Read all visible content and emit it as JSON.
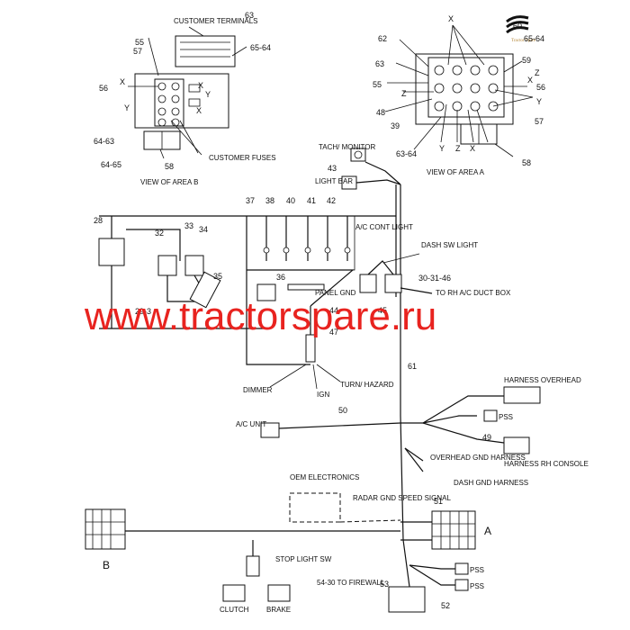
{
  "watermark": "www.tractorspare.ru",
  "logo_text": "Tractor Spare",
  "area_b": {
    "caption": "VIEW OF AREA B",
    "customer_terminals": "CUSTOMER TERMINALS",
    "customer_fuses": "CUSTOMER FUSES",
    "n63": "63",
    "n65_64": "65-64",
    "n57": "57",
    "n55": "55",
    "n56": "56",
    "x1": "X",
    "x2": "X",
    "x3": "X",
    "y1": "Y",
    "y2": "Y",
    "n64_63": "64-63",
    "n64_65": "64-65",
    "n58": "58"
  },
  "area_a": {
    "caption": "VIEW OF AREA A",
    "n60": "60",
    "n65_64": "65-64",
    "n62": "62",
    "n63": "63",
    "n59": "59",
    "n55": "55",
    "n56": "56",
    "n48": "48",
    "n39": "39",
    "n57": "57",
    "n63_64": "63-64",
    "n58": "58",
    "x_top": "X",
    "z1": "Z",
    "z2": "Z",
    "x_right": "X",
    "y_right": "Y",
    "y_bot": "Y",
    "z_bot": "Z",
    "x_bot": "X"
  },
  "main": {
    "tach_monitor": "TACH/ MONITOR",
    "light_bar": "LIGHT BAR",
    "n43": "43",
    "n28": "28",
    "n32": "32",
    "n33": "33",
    "n34": "34",
    "n35": "35",
    "n36": "36",
    "n37": "37",
    "n38": "38",
    "n40": "40",
    "n41": "41",
    "n42": "42",
    "ac_cont_light": "A/C CONT LIGHT",
    "dash_sw_light": "DASH SW LIGHT",
    "n30_31_46": "30-31-46",
    "to_rh_ac": "TO RH A/C DUCT BOX",
    "panel_gnd": "PANEL GND",
    "n47": "47",
    "n44": "44",
    "n45": "45",
    "n29_3": "29-3",
    "dimmer": "DIMMER",
    "ign": "IGN",
    "turn_hazard": "TURN/ HAZARD",
    "n61": "61",
    "harness_overhead": "HARNESS OVERHEAD",
    "ac_unit": "A/C UNIT",
    "n50": "50",
    "pss1": "PSS",
    "n49": "49",
    "overhead_gnd": "OVERHEAD GND HARNESS",
    "dash_gnd": "DASH GND HARNESS",
    "harness_rh_console": "HARNESS RH CONSOLE",
    "oem_electronics": "OEM ELECTRONICS",
    "radar_gnd": "RADAR GND SPEED SIGNAL",
    "n51": "51",
    "a_label": "A",
    "b_label": "B",
    "stop_light_sw": "STOP LIGHT SW",
    "to_firewall": "54-30 TO FIREWALL",
    "clutch": "CLUTCH",
    "brake": "BRAKE",
    "n53": "53",
    "n52": "52",
    "pss2": "PSS",
    "pss3": "PSS"
  }
}
